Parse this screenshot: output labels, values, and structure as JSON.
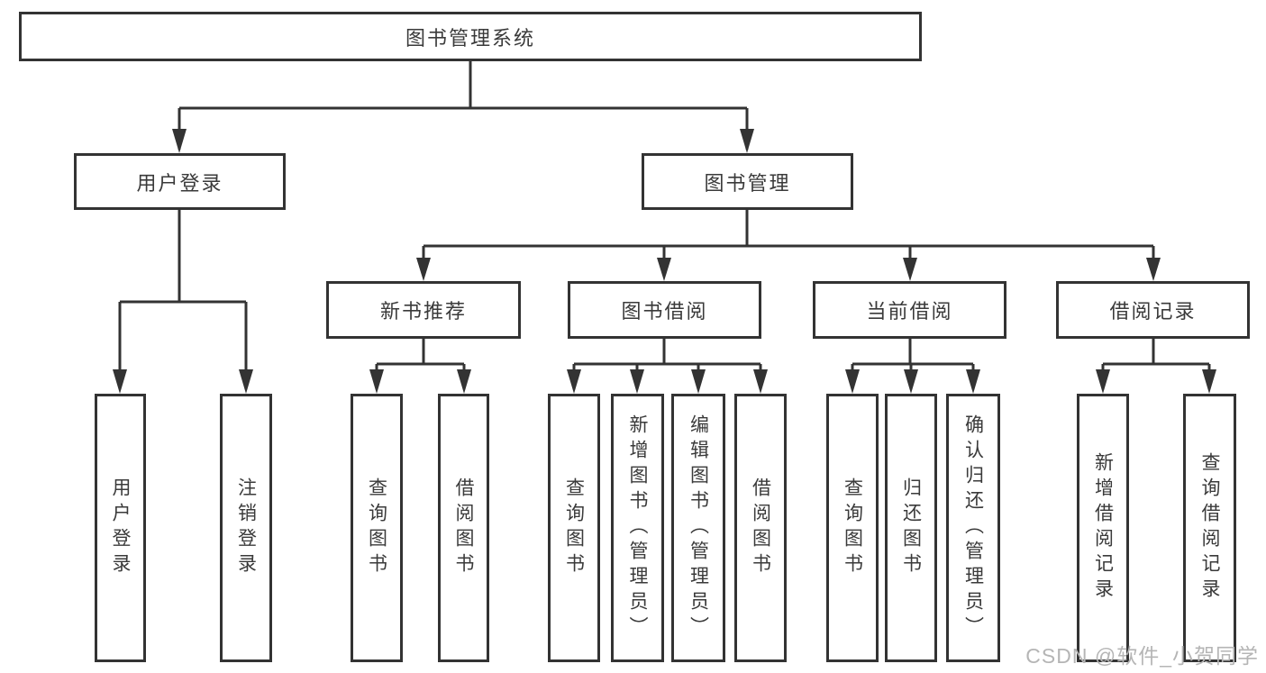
{
  "colors": {
    "line": "#333333",
    "text": "#3a3a3a",
    "background": "#ffffff",
    "watermark": "#b5b5b5"
  },
  "watermark": {
    "text": "CSDN @软件_小贺同学"
  },
  "tree": {
    "root": {
      "label": "图书管理系统"
    },
    "user_login": {
      "label": "用户登录",
      "children": [
        {
          "label": "用户登录"
        },
        {
          "label": "注销登录"
        }
      ]
    },
    "book_mgmt": {
      "label": "图书管理"
    },
    "new_book": {
      "label": "新书推荐",
      "children": [
        {
          "label": "查询图书"
        },
        {
          "label": "借阅图书"
        }
      ]
    },
    "book_borrow": {
      "label": "图书借阅",
      "children": [
        {
          "label": "查询图书"
        },
        {
          "label": "新增图书（管理员）"
        },
        {
          "label": "编辑图书（管理员）"
        },
        {
          "label": "借阅图书"
        }
      ]
    },
    "current_borrow": {
      "label": "当前借阅",
      "children": [
        {
          "label": "查询图书"
        },
        {
          "label": "归还图书"
        },
        {
          "label": "确认归还（管理员）"
        }
      ]
    },
    "borrow_record": {
      "label": "借阅记录",
      "children": [
        {
          "label": "新增借阅记录"
        },
        {
          "label": "查询借阅记录"
        }
      ]
    }
  }
}
